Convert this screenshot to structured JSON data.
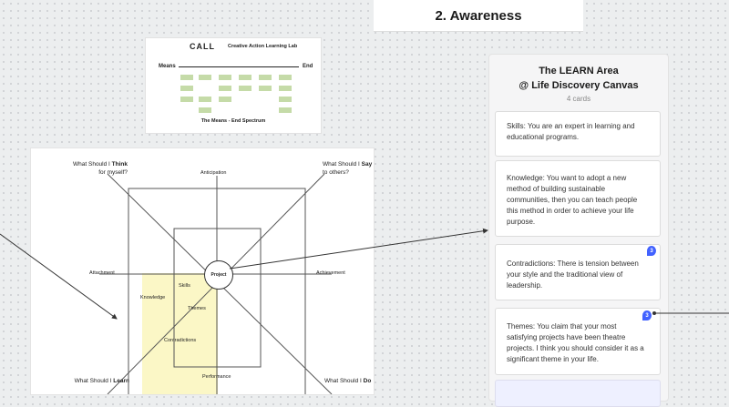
{
  "frame": {
    "title": "2. Awareness"
  },
  "spectrum_image": {
    "logo": "CALL",
    "lab_name": "Creative Action Learning Lab",
    "left_label": "Means",
    "right_label": "End",
    "footer": "The Means - End Spectrum"
  },
  "canvas_image": {
    "center": "Project",
    "top": "Anticipation",
    "bottom": "Performance",
    "left": "Attachment",
    "right": "Achievement",
    "inner": [
      "Skills",
      "Knowledge",
      "Themes",
      "Contradictions"
    ],
    "corner_tl_prefix": "What Should I ",
    "corner_tl_bold": "Think",
    "corner_tl_suffix": "for myself?",
    "corner_tr_prefix": "What Should I ",
    "corner_tr_bold": "Say",
    "corner_tr_suffix": "to others?",
    "corner_bl_prefix": "What Should I ",
    "corner_bl_bold": "Learn",
    "corner_br_prefix": "What Should I ",
    "corner_br_bold": "Do"
  },
  "learn_column": {
    "title_line1": "The LEARN Area",
    "title_line2": "@ Life Discovery Canvas",
    "count": "4 cards",
    "cards": [
      {
        "text": "Skills: You are an expert in learning and educational programs.",
        "badge": ""
      },
      {
        "text": "Knowledge: You want to adopt a new method of building sustainable communities, then you can teach people this method in order to achieve your life purpose.",
        "badge": ""
      },
      {
        "text": "Contradictions: There is tension between your style and the traditional view of leadership.",
        "badge": "3"
      },
      {
        "text": "Themes: You claim that your most satisfying projects have been theatre projects. I think you should consider it as a significant theme in your life.",
        "badge": "3"
      }
    ]
  },
  "colors": {
    "accent": "#4262ff",
    "highlight": "#fbf7c6"
  }
}
